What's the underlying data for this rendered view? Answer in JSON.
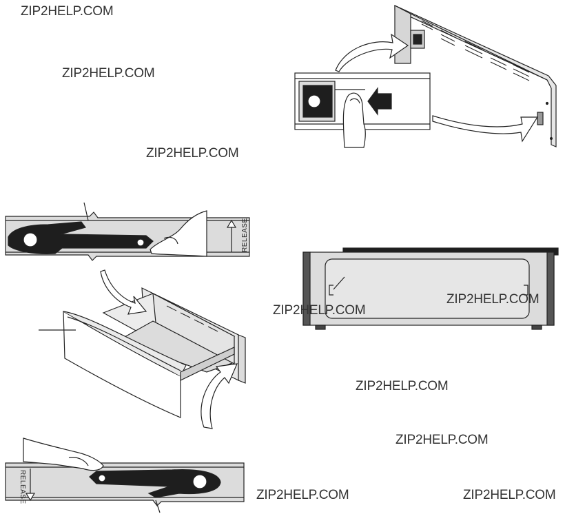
{
  "watermark": "ZIP2HELP.COM",
  "labels": {
    "release_top": "RELEASE",
    "release_bottom": "RELEASE"
  },
  "colors": {
    "ink": "#222222",
    "panel_gray": "#dcdcdc",
    "dark_fill": "#1e1e1e"
  }
}
